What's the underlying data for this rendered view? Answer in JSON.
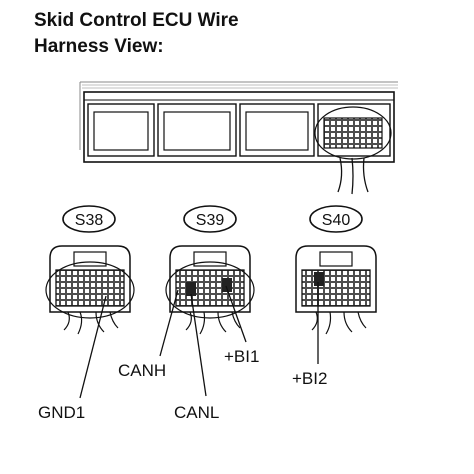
{
  "title": {
    "line1": "Skid Control ECU Wire",
    "line2": "Harness View:"
  },
  "connectors": [
    {
      "id": "S38"
    },
    {
      "id": "S39"
    },
    {
      "id": "S40"
    }
  ],
  "pins": {
    "gnd1": "GND1",
    "canh": "CANH",
    "canl": "CANL",
    "bi1": "+BI1",
    "bi2": "+BI2"
  }
}
